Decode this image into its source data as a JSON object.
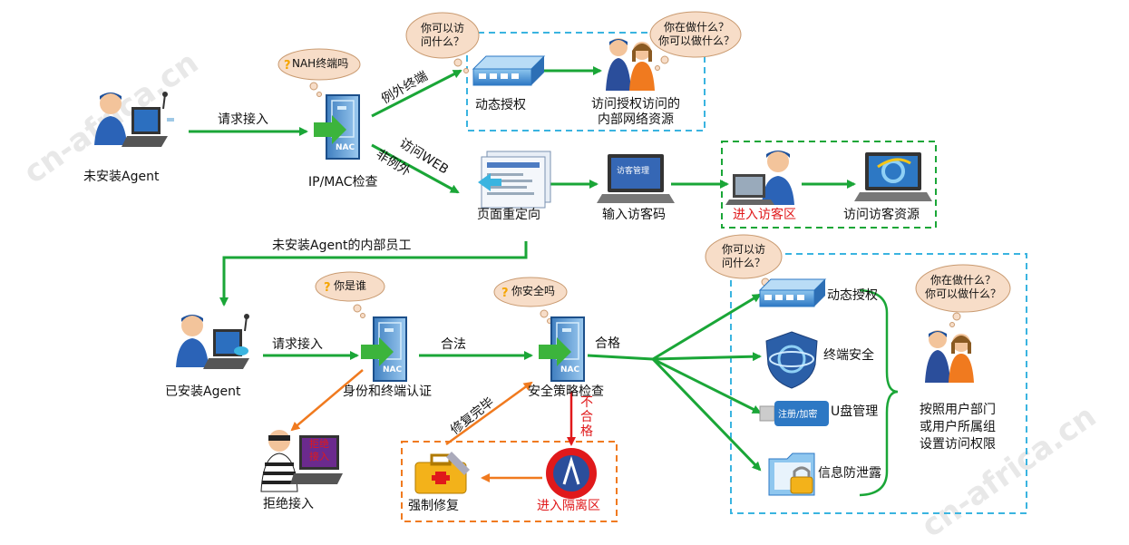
{
  "watermark": "cn-africa.cn",
  "bubbles": {
    "nah": "NAH终端吗",
    "can_visit_1_line1": "你可以访",
    "can_visit_1_line2": "问什么？",
    "what_doing_1_line1": "你在做什么？",
    "what_doing_1_line2": "你可以做什么？",
    "who": "你是谁",
    "safe": "你安全吗",
    "can_visit_2_line1": "你可以访",
    "can_visit_2_line2": "问什么？",
    "what_doing_2_line1": "你在做什么？",
    "what_doing_2_line2": "你可以做什么？"
  },
  "nodes": {
    "no_agent": "未安装Agent",
    "ipmac_check": "IP/MAC检查",
    "dynamic_auth_top": "动态授权",
    "authorized_resources_line1": "访问授权访问的",
    "authorized_resources_line2": "内部网络资源",
    "page_redirect": "页面重定向",
    "input_code": "输入访客码",
    "guest_zone": "进入访客区",
    "guest_resources": "访问访客资源",
    "installed_agent": "已安装Agent",
    "identity_auth": "身份和终端认证",
    "security_check": "安全策略检查",
    "reject": "拒绝接入",
    "force_repair": "强制修复",
    "quarantine": "进入隔离区",
    "dynamic_auth_right": "动态授权",
    "terminal_security": "终端安全",
    "usb_mgmt": "U盘管理",
    "info_leak": "信息防泄露",
    "dept_access_line1": "按照用户部门",
    "dept_access_line2": "或用户所属组",
    "dept_access_line3": "设置访问权限"
  },
  "edges": {
    "request_1": "请求接入",
    "exception": "例外终端",
    "visit_web": "访问WEB",
    "non_exception": "非例外",
    "internal_staff": "未安装Agent的内部员工",
    "request_2": "请求接入",
    "legal": "合法",
    "qualified": "合格",
    "repaired": "修复完毕",
    "unqualified": "不合格"
  },
  "icons": {
    "nac_text": "NAC",
    "reject_sign_line1": "拒绝",
    "reject_sign_line2": "接入",
    "usb_text": "注册/加密",
    "screen_text": "访客管理"
  },
  "colors": {
    "green_arrow": "#1aa637",
    "orange_arrow": "#f07a1f",
    "red_arrow": "#e0191b",
    "blue_dash": "#3ab4e0",
    "green_dash": "#1aa637",
    "orange_dash": "#f07a1f",
    "red_text": "#e0191b"
  }
}
